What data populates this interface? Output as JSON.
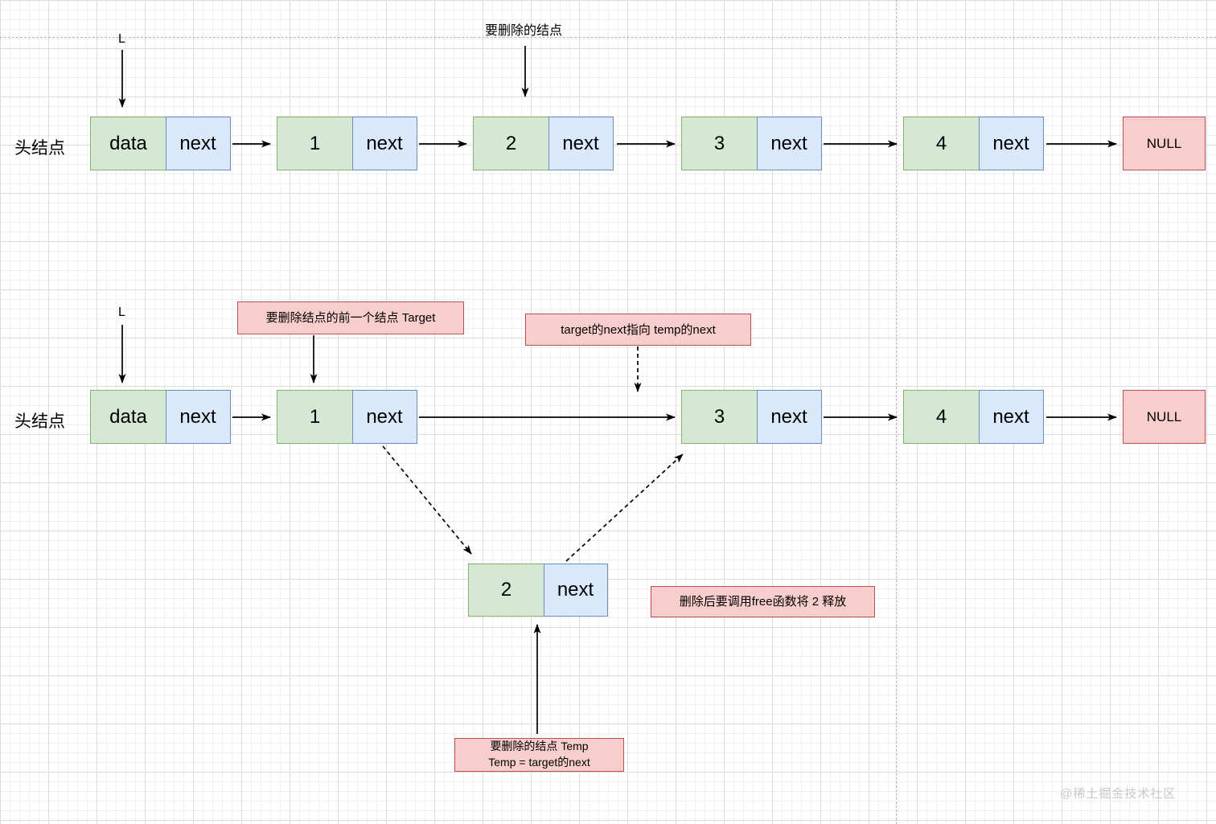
{
  "canvas": {
    "watermark": "@稀土掘金技术社区"
  },
  "colors": {
    "node_data_fill": "#d5e8d4",
    "node_data_stroke": "#82b366",
    "node_next_fill": "#dae8fc",
    "node_next_stroke": "#6c8ebf",
    "annotation_fill": "#f8cecc",
    "annotation_stroke": "#b85450"
  },
  "top_list": {
    "head_label": "头结点",
    "pointer_label": "L",
    "delete_annotation": "要删除的结点",
    "head_node": {
      "data_label": "data",
      "next_label": "next"
    },
    "nodes": [
      {
        "value": "1",
        "next_label": "next"
      },
      {
        "value": "2",
        "next_label": "next"
      },
      {
        "value": "3",
        "next_label": "next"
      },
      {
        "value": "4",
        "next_label": "next"
      }
    ],
    "null_label": "NULL"
  },
  "bottom_list": {
    "head_label": "头结点",
    "pointer_label": "L",
    "target_annotation": "要删除结点的前一个结点 Target",
    "relink_annotation": "target的next指向 temp的next",
    "free_annotation": "删除后要调用free函数将 2 释放",
    "temp_annotation": {
      "line1": "要删除的结点 Temp",
      "line2": "Temp = target的next"
    },
    "head_node": {
      "data_label": "data",
      "next_label": "next"
    },
    "nodes": [
      {
        "value": "1",
        "next_label": "next"
      },
      {
        "value": "3",
        "next_label": "next"
      },
      {
        "value": "4",
        "next_label": "next"
      }
    ],
    "removed_node": {
      "value": "2",
      "next_label": "next"
    },
    "null_label": "NULL"
  }
}
